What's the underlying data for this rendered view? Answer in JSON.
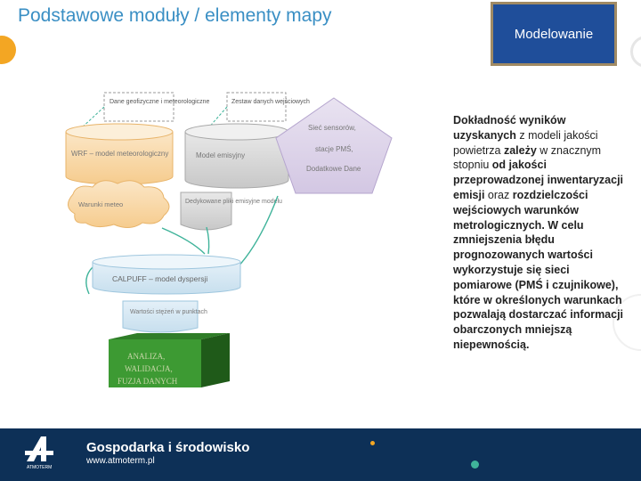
{
  "header": {
    "title": "Podstawowe moduły / elementy mapy",
    "tag": "Modelowanie"
  },
  "diagram": {
    "note_geo": "Dane geofizyczne i meteorologiczne",
    "note_input": "Zestaw danych wejściowych",
    "wrf": "WRF – model meteorologiczny",
    "meteo": "Warunki meteo",
    "emission_model": "Model emisyjny",
    "pent_line1": "Sieć sensorów,",
    "pent_line2": "stacje PMŚ,",
    "pent_line3": "Dodatkowe Dane",
    "dedicated": "Dedykowane pliki emisyjne modelu",
    "calpuff": "CALPUFF – model dyspersji",
    "values": "Wartości stężeń w punktach",
    "analysis1": "ANALIZA,",
    "analysis2": "WALIDACJA,",
    "analysis3": "FUZJA DANYCH"
  },
  "text": {
    "p1": "Dokładność wyników uzyskanych",
    "p2": " z modeli jakości powietrza ",
    "p3": "zależy",
    "p4": " w znacznym stopniu ",
    "p5": "od jakości przeprowadzonej inwentaryzacji emisji",
    "p6": " oraz ",
    "p7": "rozdzielczości wejściowych warunków metrologicznych. W celu zmniejszenia błędu prognozowanych wartości wykorzystuje się sieci pomiarowe (PMŚ i czujnikowe), które w określonych warunkach pozwalają dostarczać informacji obarczonych mniejszą niepewnością."
  },
  "footer": {
    "brand": "Gospodarka i środowisko",
    "url": "www.atmoterm.pl",
    "logo_text": "ATMOTERM"
  },
  "colors": {
    "title": "#3a8fc4",
    "tag_bg": "#1f4e9a",
    "footer_bg": "#0d3057",
    "accent_orange": "#f3a623",
    "accent_green": "#3fb39a"
  }
}
